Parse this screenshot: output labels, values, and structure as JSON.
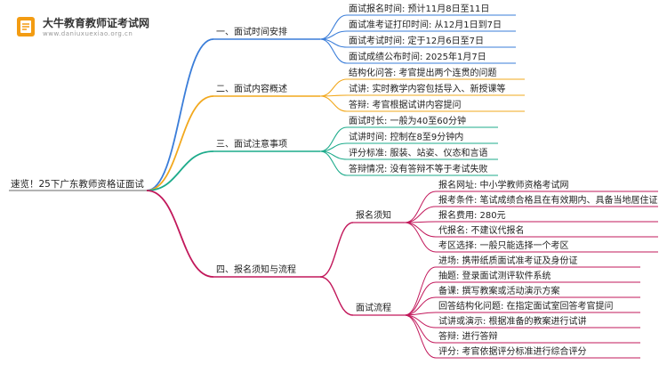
{
  "logo": {
    "title": "大牛教育教师证考试网",
    "subtitle": "www.daniuxuexiao.org.cn"
  },
  "root": "速览！25下广东教师资格证面试",
  "colors": {
    "b1": "#3a7dd9",
    "b2": "#f2a81d",
    "b3": "#1dab8b",
    "b4": "#c2185b",
    "logo": "#f39c12"
  },
  "branches": [
    {
      "label": "一、面试时间安排",
      "items": [
        "面试报名时间: 预计11月8日至11日",
        "面试准考证打印时间: 从12月1日到7日",
        "面试考试时间: 定于12月6日至7日",
        "面试成绩公布时间: 2025年1月7日"
      ]
    },
    {
      "label": "二、面试内容概述",
      "items": [
        "结构化问答: 考官提出两个连贯的问题",
        "试讲: 实时教学内容包括导入、新授课等",
        "答辩: 考官根据试讲内容提问"
      ]
    },
    {
      "label": "三、面试注意事项",
      "items": [
        "面试时长: 一般为40至60分钟",
        "试讲时间: 控制在8至9分钟内",
        "评分标准: 服装、站姿、仪态和言语",
        "答辩情况: 没有答辩不等于考试失败"
      ]
    },
    {
      "label": "四、报名须知与流程",
      "subs": [
        {
          "label": "报名须知",
          "items": [
            "报名网址: 中小学教师资格考试网",
            "报考条件: 笔试成绩合格且在有效期内、具备当地居住证",
            "报名费用: 280元",
            "代报名: 不建议代报名",
            "考区选择: 一般只能选择一个考区"
          ]
        },
        {
          "label": "面试流程",
          "items": [
            "进场: 携带纸质面试准考证及身份证",
            "抽题: 登录面试测评软件系统",
            "备课: 撰写教案或活动演示方案",
            "回答结构化问题: 在指定面试室回答考官提问",
            "试讲或演示: 根据准备的教案进行试讲",
            "答辩: 进行答辩",
            "评分: 考官依据评分标准进行综合评分"
          ]
        }
      ]
    }
  ]
}
